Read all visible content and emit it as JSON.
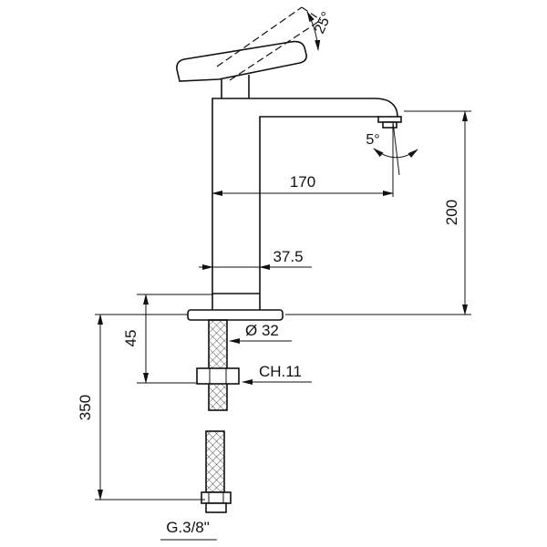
{
  "drawing": {
    "subject": "Single-lever basin mixer tap — side elevation with installation dimensions",
    "line_color": "#111111",
    "background": "#ffffff"
  },
  "labels": {
    "handle_angle": "25°",
    "spout_angle": "5°",
    "spout_reach": "170",
    "outlet_height": "200",
    "spout_offset": "37.5",
    "clamp_depth": "45",
    "supply_length": "350",
    "body_diameter": "Ø 32",
    "wrench_size": "CH.11",
    "thread_size": "G.3/8\""
  }
}
